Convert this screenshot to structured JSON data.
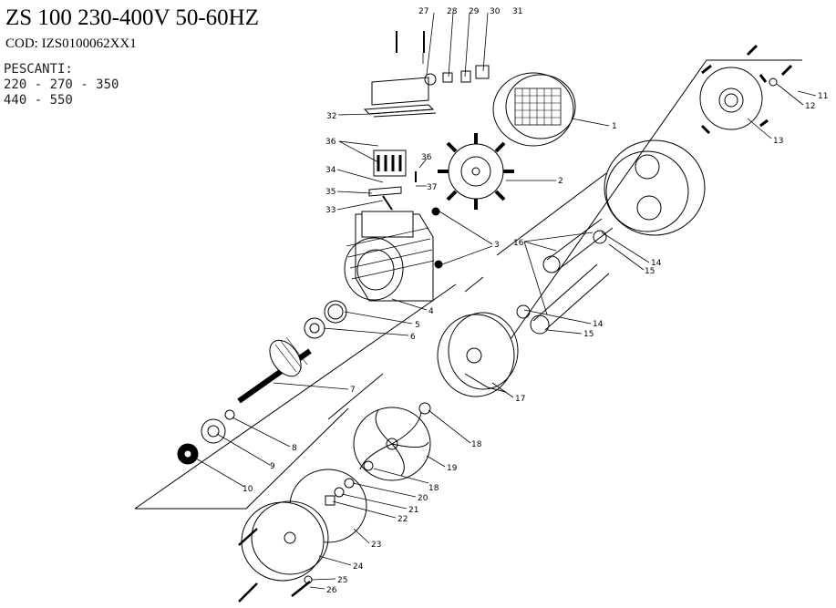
{
  "header": {
    "title": "ZS 100 230-400V 50-60HZ",
    "code": "COD: IZS0100062XX1",
    "pescanti_label": "PESCANTI:",
    "pescanti_row1": "220 - 270 - 350",
    "pescanti_row2": "440 - 550"
  },
  "callouts": [
    "1",
    "2",
    "3",
    "3",
    "4",
    "5",
    "6",
    "7",
    "8",
    "9",
    "10",
    "11",
    "12",
    "13",
    "14",
    "14",
    "15",
    "15",
    "16",
    "17",
    "18",
    "18",
    "19",
    "20",
    "21",
    "22",
    "23",
    "24",
    "25",
    "26",
    "27",
    "28",
    "29",
    "30",
    "31",
    "32",
    "33",
    "34",
    "35",
    "36",
    "36",
    "37"
  ],
  "colors": {
    "ink": "#000000",
    "paper": "#ffffff",
    "shade": "#555555"
  }
}
